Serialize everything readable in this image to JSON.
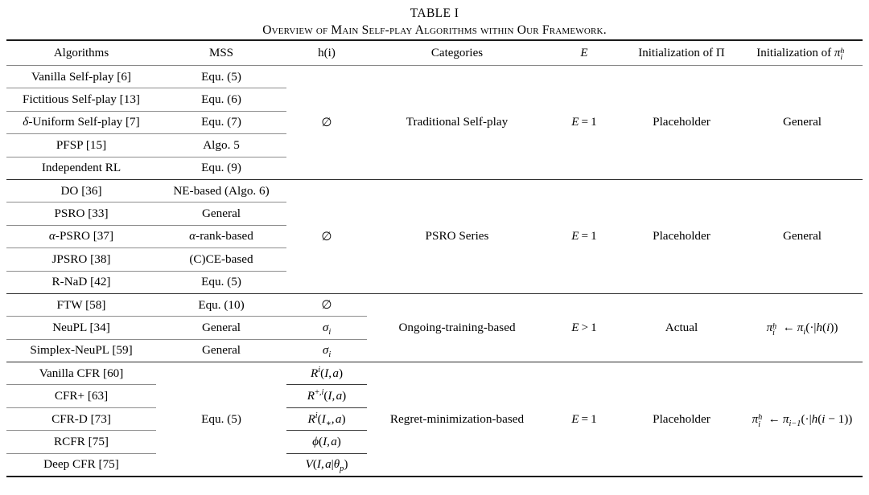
{
  "caption": {
    "label": "TABLE I",
    "title": "Overview of Main Self-play Algorithms within Our Framework."
  },
  "table": {
    "columns": [
      {
        "key": "algorithms",
        "header": "Algorithms"
      },
      {
        "key": "mss",
        "header": "MSS"
      },
      {
        "key": "h_i",
        "header": "h(i)"
      },
      {
        "key": "categories",
        "header": "Categories"
      },
      {
        "key": "e",
        "header": "E"
      },
      {
        "key": "init_pi_set",
        "header": "Initialization of Π"
      },
      {
        "key": "init_pi_policy",
        "header": "Initialization of πᵢʰ"
      }
    ],
    "blocks": [
      {
        "id": "traditional-self-play",
        "category": "Traditional Self-play",
        "h_i": "∅",
        "e": "E = 1",
        "init_pi_set": "Placeholder",
        "init_pi_policy": "General",
        "rows": [
          {
            "algorithm": "Vanilla Self-play [6]",
            "mss": "Equ. (5)"
          },
          {
            "algorithm": "Fictitious Self-play [13]",
            "mss": "Equ. (6)"
          },
          {
            "algorithm": "δ-Uniform Self-play [7]",
            "mss": "Equ. (7)"
          },
          {
            "algorithm": "PFSP [15]",
            "mss": "Algo. 5"
          },
          {
            "algorithm": "Independent RL",
            "mss": "Equ. (9)"
          }
        ]
      },
      {
        "id": "psro-series",
        "category": "PSRO Series",
        "h_i": "∅",
        "e": "E = 1",
        "init_pi_set": "Placeholder",
        "init_pi_policy": "General",
        "rows": [
          {
            "algorithm": "DO [36]",
            "mss": "NE-based (Algo. 6)"
          },
          {
            "algorithm": "PSRO [33]",
            "mss": "General"
          },
          {
            "algorithm": "α-PSRO [37]",
            "mss": "α-rank-based"
          },
          {
            "algorithm": "JPSRO [38]",
            "mss": "(C)CE-based"
          },
          {
            "algorithm": "R-NaD [42]",
            "mss": "Equ. (5)"
          }
        ]
      },
      {
        "id": "ongoing-training-based",
        "category": "Ongoing-training-based",
        "e": "E > 1",
        "init_pi_set": "Actual",
        "init_pi_policy": "πᵢʰ ← πᵢ(·|h(i))",
        "rows": [
          {
            "algorithm": "FTW [58]",
            "mss": "Equ. (10)",
            "h_i": "∅"
          },
          {
            "algorithm": "NeuPL [34]",
            "mss": "General",
            "h_i": "σᵢ"
          },
          {
            "algorithm": "Simplex-NeuPL [59]",
            "mss": "General",
            "h_i": "σᵢ"
          }
        ]
      },
      {
        "id": "regret-minimization-based",
        "category": "Regret-minimization-based",
        "mss": "Equ. (5)",
        "e": "E = 1",
        "init_pi_set": "Placeholder",
        "init_pi_policy": "πᵢʰ ← πᵢ₋₁(·|h(i - 1))",
        "rows": [
          {
            "algorithm": "Vanilla CFR [60]",
            "h_i": "Rⁱ(I, a)"
          },
          {
            "algorithm": "CFR+ [63]",
            "h_i": "R⁺˒ⁱ(I, a)"
          },
          {
            "algorithm": "CFR-D [73]",
            "h_i": "Rⁱ(I*, a)"
          },
          {
            "algorithm": "RCFR [75]",
            "h_i": "φ(I, a)"
          },
          {
            "algorithm": "Deep CFR [75]",
            "h_i": "V(I, a|θₚ)"
          }
        ]
      }
    ]
  }
}
